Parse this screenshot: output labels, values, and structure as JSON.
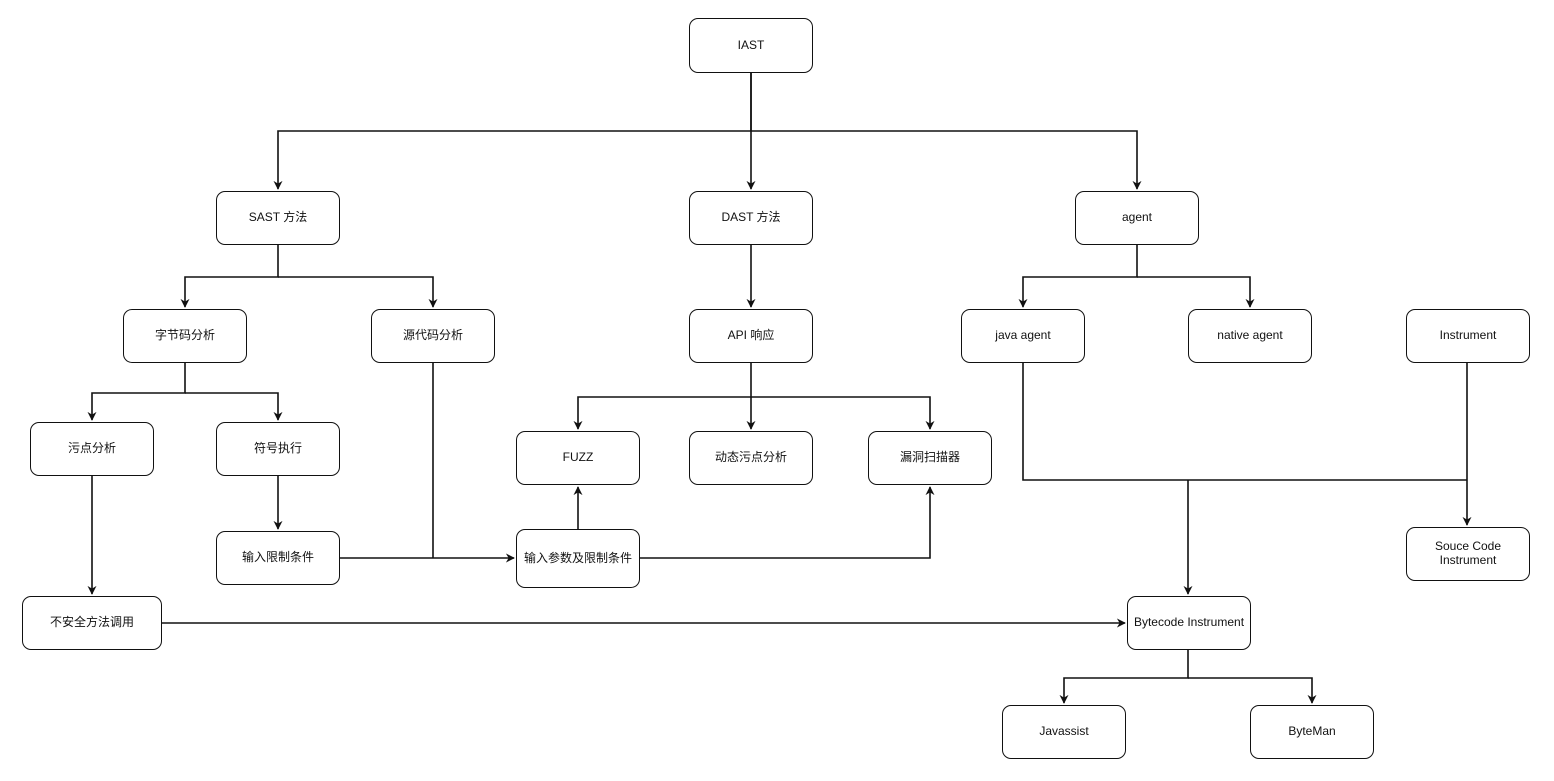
{
  "diagram": {
    "type": "flowchart",
    "line_color": "#111111",
    "node_border_color": "#111111",
    "background": "#ffffff",
    "nodes": {
      "iast": "IAST",
      "sast": "SAST 方法",
      "dast": "DAST 方法",
      "agent": "agent",
      "bytecode_analysis": "字节码分析",
      "source_analysis": "源代码分析",
      "api_response": "API 响应",
      "java_agent": "java agent",
      "native_agent": "native agent",
      "instrument": "Instrument",
      "taint_analysis": "污点分析",
      "symbolic_execution": "符号执行",
      "fuzz": "FUZZ",
      "dynamic_taint": "动态污点分析",
      "vuln_scanner": "漏洞扫描器",
      "input_constraints": "输入限制条件",
      "input_params_constraints": "输入参数及限制条件",
      "source_code_instrument": "Souce Code\nInstrument",
      "unsafe_method_call": "不安全方法调用",
      "bytecode_instrument": "Bytecode Instrument",
      "javassist": "Javassist",
      "byteman": "ByteMan"
    },
    "edges": [
      {
        "from": "iast",
        "to": "sast"
      },
      {
        "from": "iast",
        "to": "dast"
      },
      {
        "from": "iast",
        "to": "agent"
      },
      {
        "from": "sast",
        "to": "bytecode_analysis"
      },
      {
        "from": "sast",
        "to": "source_analysis"
      },
      {
        "from": "dast",
        "to": "api_response"
      },
      {
        "from": "agent",
        "to": "java_agent"
      },
      {
        "from": "agent",
        "to": "native_agent"
      },
      {
        "from": "bytecode_analysis",
        "to": "taint_analysis"
      },
      {
        "from": "bytecode_analysis",
        "to": "symbolic_execution"
      },
      {
        "from": "api_response",
        "to": "fuzz"
      },
      {
        "from": "api_response",
        "to": "dynamic_taint"
      },
      {
        "from": "api_response",
        "to": "vuln_scanner"
      },
      {
        "from": "symbolic_execution",
        "to": "input_constraints"
      },
      {
        "from": "input_constraints",
        "to": "input_params_constraints"
      },
      {
        "from": "source_analysis",
        "to": "input_params_constraints"
      },
      {
        "from": "input_params_constraints",
        "to": "fuzz"
      },
      {
        "from": "input_params_constraints",
        "to": "vuln_scanner"
      },
      {
        "from": "taint_analysis",
        "to": "unsafe_method_call"
      },
      {
        "from": "unsafe_method_call",
        "to": "bytecode_instrument"
      },
      {
        "from": "java_agent",
        "to": "bytecode_instrument"
      },
      {
        "from": "instrument",
        "to": "bytecode_instrument"
      },
      {
        "from": "instrument",
        "to": "source_code_instrument"
      },
      {
        "from": "bytecode_instrument",
        "to": "javassist"
      },
      {
        "from": "bytecode_instrument",
        "to": "byteman"
      }
    ]
  }
}
